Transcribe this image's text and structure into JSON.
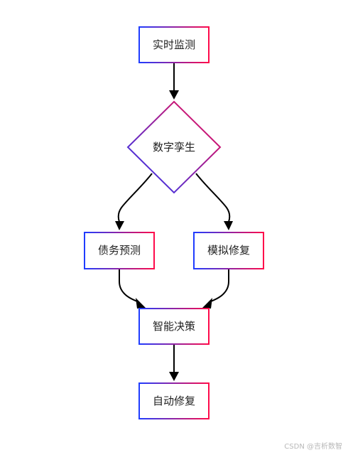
{
  "diagram": {
    "nodes": {
      "monitor": {
        "label": "实时监测"
      },
      "twin": {
        "label": "数字孪生"
      },
      "debt": {
        "label": "债务预测"
      },
      "simulate": {
        "label": "模拟修复"
      },
      "decide": {
        "label": "智能决策"
      },
      "repair": {
        "label": "自动修复"
      }
    },
    "edges": [
      {
        "from": "monitor",
        "to": "twin"
      },
      {
        "from": "twin",
        "to": "debt"
      },
      {
        "from": "twin",
        "to": "simulate"
      },
      {
        "from": "debt",
        "to": "decide"
      },
      {
        "from": "simulate",
        "to": "decide"
      },
      {
        "from": "decide",
        "to": "repair"
      }
    ]
  },
  "colors": {
    "gradient_start": "#1f3cff",
    "gradient_end": "#ff0a4a",
    "arrow": "#000000"
  },
  "watermark": "CSDN @吉析数智"
}
